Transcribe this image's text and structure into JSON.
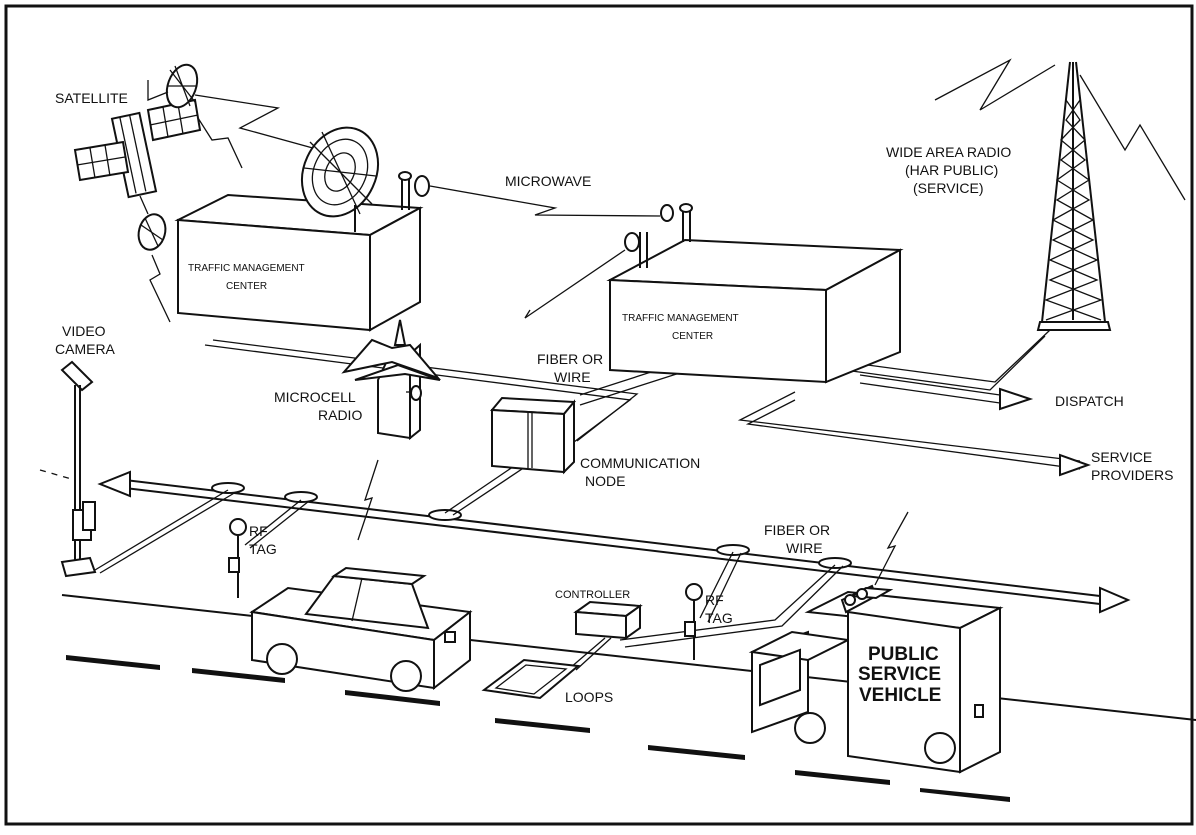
{
  "labels": {
    "satellite": "SATELLITE",
    "microwave": "MICROWAVE",
    "wide_area_radio_1": "WIDE AREA RADIO",
    "wide_area_radio_2": "(HAR PUBLIC)",
    "wide_area_radio_3": "(SERVICE)",
    "tmc1_line1": "TRAFFIC MANAGEMENT",
    "tmc1_line2": "CENTER",
    "tmc2_line1": "TRAFFIC MANAGEMENT",
    "tmc2_line2": "CENTER",
    "video_camera_1": "VIDEO",
    "video_camera_2": "CAMERA",
    "fiber_top_1": "FIBER OR",
    "fiber_top_2": "WIRE",
    "microcell_1": "MICROCELL",
    "microcell_2": "RADIO",
    "dispatch": "DISPATCH",
    "service_providers_1": "SERVICE",
    "service_providers_2": "PROVIDERS",
    "comm_node_1": "COMMUNICATION",
    "comm_node_2": "NODE",
    "rf_tag_left_1": "RF",
    "rf_tag_left_2": "TAG",
    "rf_tag_right_1": "RF",
    "rf_tag_right_2": "TAG",
    "fiber_bottom_1": "FIBER OR",
    "fiber_bottom_2": "WIRE",
    "controller": "CONTROLLER",
    "loops": "LOOPS",
    "psv_1": "PUBLIC",
    "psv_2": "SERVICE",
    "psv_3": "VEHICLE"
  }
}
